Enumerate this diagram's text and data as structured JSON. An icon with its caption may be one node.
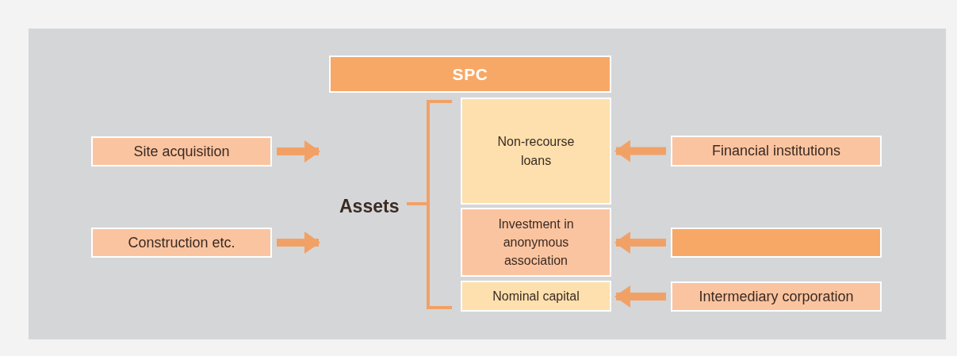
{
  "diagram": {
    "nodes": [
      {
        "text": [
          "SPC"
        ]
      },
      {
        "text": [
          "Site acquisition"
        ]
      },
      {
        "text": [
          "Construction etc."
        ]
      },
      {
        "text": [
          "Non-recourse loans"
        ]
      },
      {
        "text": [
          "Investment in anonymous association"
        ]
      },
      {
        "text": [
          "Nominal capital"
        ]
      },
      {
        "text": [
          "Financial institutions"
        ]
      },
      {
        "text": [],
        "shape": "box"
      },
      {
        "text": [
          "Intermediary corporation"
        ]
      }
    ],
    "edges": [
      {
        "from": 1,
        "to": null,
        "arrow": "to"
      },
      {
        "from": 2,
        "to": null,
        "arrow": "to"
      },
      {
        "from": 6,
        "to": 3,
        "arrow": "to"
      },
      {
        "from": 7,
        "to": 4,
        "arrow": "to"
      },
      {
        "from": 8,
        "to": 5,
        "arrow": "to"
      }
    ],
    "labels": [
      "Assets"
    ]
  }
}
